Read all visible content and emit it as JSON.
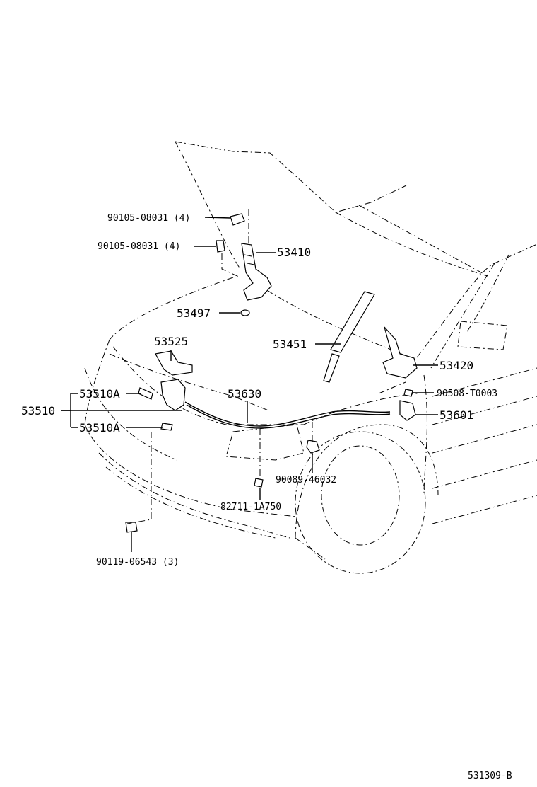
{
  "diagram_id": "531309-B",
  "labels": {
    "p1": "90105-08031 (4)",
    "p2": "90105-08031 (4)",
    "p3": "53410",
    "p4": "53497",
    "p5": "53525",
    "p6": "53451",
    "p7": "53420",
    "p8": "53630",
    "p9": "90508-T0003",
    "p10": "53510A",
    "p11": "53510",
    "p12": "53601",
    "p13": "53510A",
    "p14": "90089-46032",
    "p15": "82711-1A750",
    "p16": "90119-06543 (3)"
  }
}
